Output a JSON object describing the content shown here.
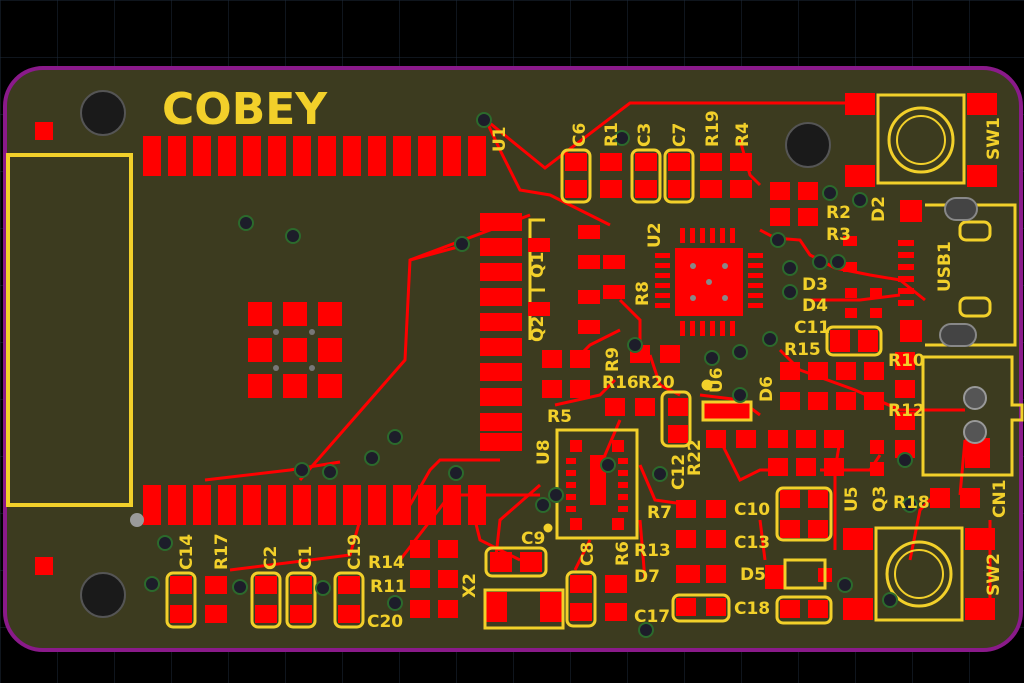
{
  "board": {
    "title": "COBEY",
    "colors": {
      "background": "#000000",
      "substrate": "#3c3b1f",
      "outline": "#8a1a8a",
      "copper": "#ff0000",
      "silkscreen": "#f2d02a",
      "grid": "#1e2a3a"
    }
  },
  "designators": {
    "U1": "U1",
    "U2": "U2",
    "U5": "U5",
    "U6": "U6",
    "U8": "U8",
    "Q1": "Q1",
    "Q2": "Q2",
    "Q3": "Q3",
    "X2": "X2",
    "SW1": "SW1",
    "SW2": "SW2",
    "USB1": "USB1",
    "CN1": "CN1",
    "C1": "C1",
    "C2": "C2",
    "C3": "C3",
    "C6": "C6",
    "C7": "C7",
    "C8": "C8",
    "C9": "C9",
    "C10": "C10",
    "C11": "C11",
    "C12": "C12",
    "C13": "C13",
    "C14": "C14",
    "C17": "C17",
    "C18": "C18",
    "C19": "C19",
    "C20": "C20",
    "R1": "R1",
    "R2": "R2",
    "R3": "R3",
    "R4": "R4",
    "R5": "R5",
    "R6": "R6",
    "R7": "R7",
    "R8": "R8",
    "R9": "R9",
    "R10": "R10",
    "R11": "R11",
    "R12": "R12",
    "R13": "R13",
    "R14": "R14",
    "R15": "R15",
    "R16": "R16",
    "R17": "R17",
    "R18": "R18",
    "R19": "R19",
    "R20": "R20",
    "R22": "R22",
    "D2": "D2",
    "D3": "D3",
    "D4": "D4",
    "D5": "D5",
    "D6": "D6",
    "D7": "D7"
  }
}
